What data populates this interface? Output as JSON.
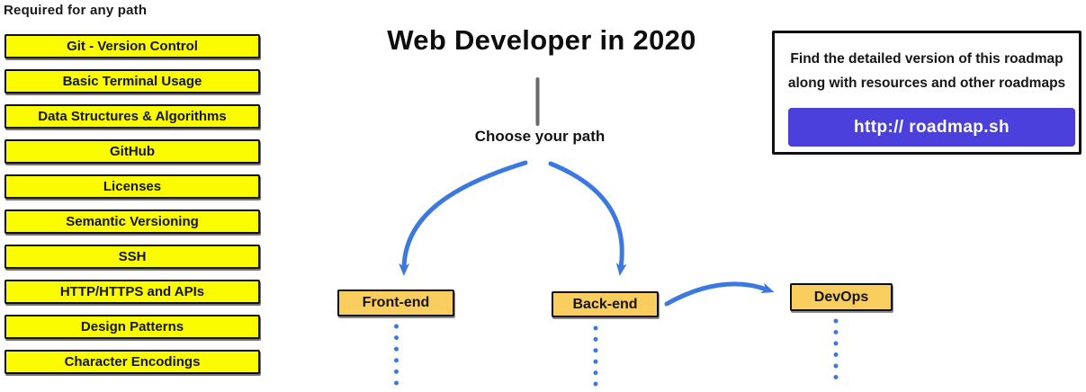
{
  "colors": {
    "topic_yellow": "#FCFC00",
    "node_orange": "#F9CE5F",
    "arrow_blue": "#3B79E1",
    "button_indigo": "#4B40DB",
    "connector_gray": "#6A6A6A",
    "border_black": "#101010"
  },
  "left_panel": {
    "heading": "Required for any path",
    "items": [
      "Git - Version Control",
      "Basic Terminal Usage",
      "Data Structures & Algorithms",
      "GitHub",
      "Licenses",
      "Semantic Versioning",
      "SSH",
      "HTTP/HTTPS and APIs",
      "Design Patterns",
      "Character Encodings"
    ]
  },
  "header": {
    "title": "Web Developer in 2020",
    "subtitle": "Choose your path"
  },
  "paths": [
    {
      "label": "Front-end"
    },
    {
      "label": "Back-end"
    },
    {
      "label": "DevOps"
    }
  ],
  "info_box": {
    "line1": "Find the detailed version of this roadmap",
    "line2": "along with resources and other roadmaps",
    "button_label": "http:// roadmap.sh"
  }
}
